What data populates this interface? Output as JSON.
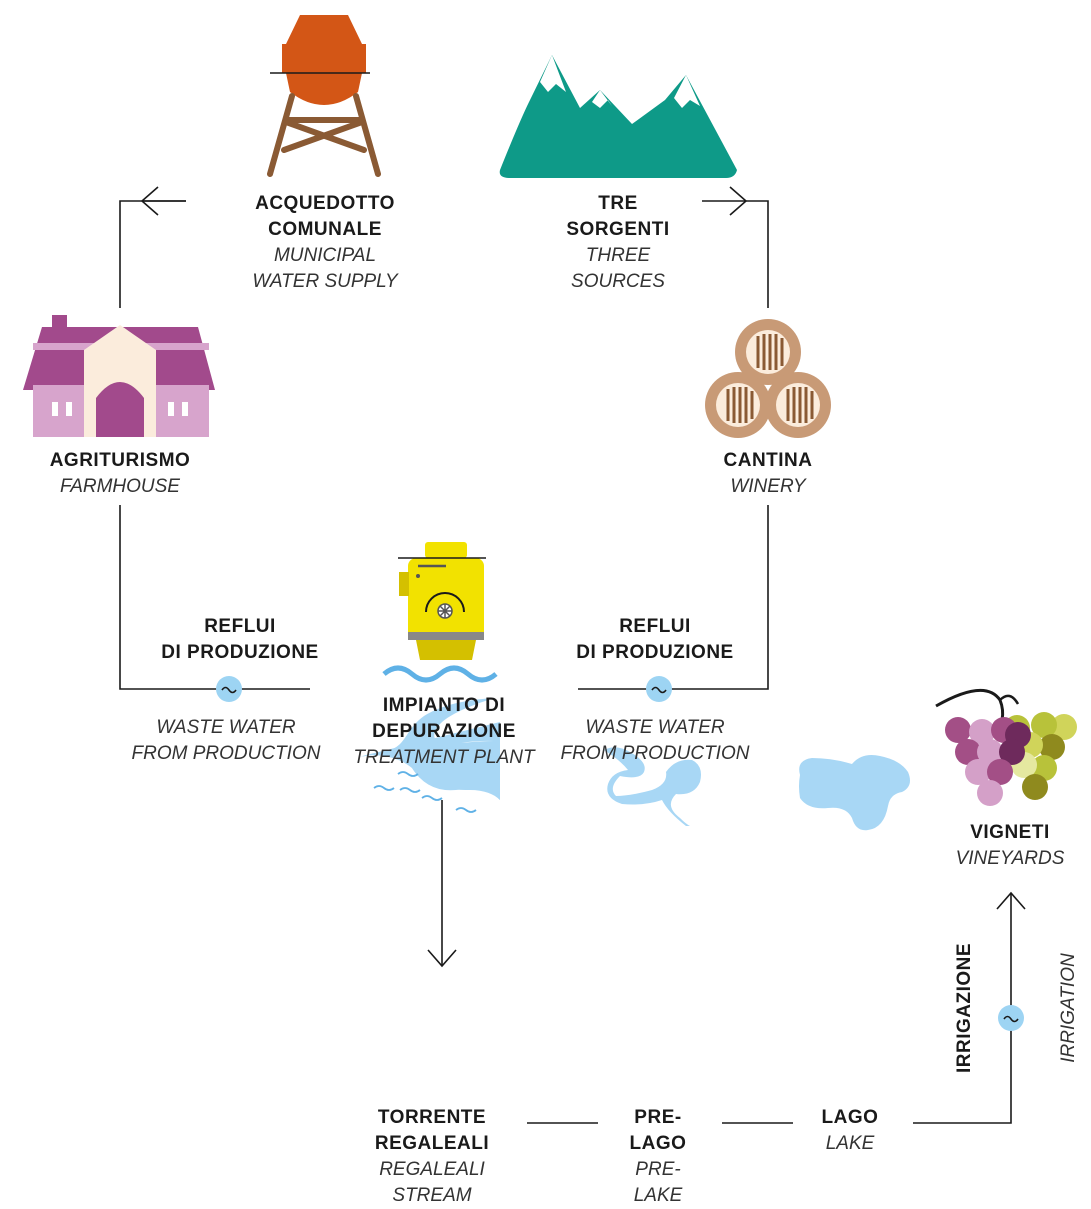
{
  "nodes": {
    "acquedotto": {
      "it": "ACQUEDOTTO\nCOMUNALE",
      "en": "MUNICIPAL\nWATER SUPPLY",
      "icon": "water-tower-icon"
    },
    "sorgenti": {
      "it": "TRE\nSORGENTI",
      "en": "THREE\nSOURCES",
      "icon": "mountains-icon"
    },
    "agriturismo": {
      "it": "AGRITURISMO",
      "en": "FARMHOUSE",
      "icon": "farmhouse-icon"
    },
    "cantina": {
      "it": "CANTINA",
      "en": "WINERY",
      "icon": "barrels-icon"
    },
    "impianto": {
      "it": "IMPIANTO DI\nDEPURAZIONE",
      "en": "TREATMENT PLANT",
      "icon": "treatment-plant-icon"
    },
    "vigneti": {
      "it": "VIGNETI",
      "en": "VINEYARDS",
      "icon": "grapes-icon"
    },
    "torrente": {
      "it": "TORRENTE\nREGALEALI",
      "en": "REGALEALI\nSTREAM",
      "icon": "stream-icon"
    },
    "prelago": {
      "it": "PRE-\nLAGO",
      "en": "PRE-\nLAKE",
      "icon": "pre-lake-icon"
    },
    "lago": {
      "it": "LAGO",
      "en": "LAKE",
      "icon": "lake-icon"
    }
  },
  "flows": {
    "reflui_left": {
      "it": "REFLUI\nDI PRODUZIONE",
      "en": "WASTE WATER\nFROM PRODUCTION"
    },
    "reflui_right": {
      "it": "REFLUI\nDI PRODUZIONE",
      "en": "WASTE WATER\nFROM PRODUCTION"
    },
    "irrigazione": {
      "it": "IRRIGAZIONE",
      "en": "IRRIGATION"
    }
  },
  "colors": {
    "line": "#1a1a1a",
    "tower": "#d35616",
    "tower_legs": "#8a5a34",
    "mountain": "#0e9a88",
    "snow": "#ffffff",
    "farm_roof": "#a24a8c",
    "farm_wall": "#d7a4cc",
    "farm_front": "#fbecdc",
    "barrel": "#c89a76",
    "barrel_dark": "#8a5a34",
    "plant": "#f2e200",
    "plant_dark": "#d4c000",
    "water": "#a8d7f5",
    "water_line": "#5fb1e6",
    "valve": "#9dd4f3",
    "grape_purple": "#a34f86",
    "grape_light": "#d4a0c8",
    "grape_dark": "#6e2a5c",
    "grape_green": "#b8c23a",
    "grape_olive": "#8f8a1e"
  }
}
